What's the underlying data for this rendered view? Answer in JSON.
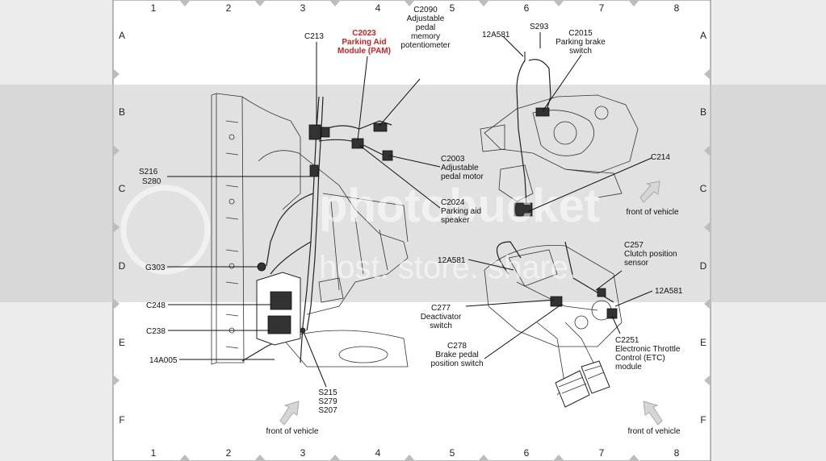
{
  "grid": {
    "columns": [
      "1",
      "2",
      "3",
      "4",
      "5",
      "6",
      "7",
      "8"
    ],
    "rows": [
      "A",
      "B",
      "C",
      "D",
      "E",
      "F"
    ]
  },
  "watermark": {
    "text1": "photobucket",
    "text2": "host. store. share."
  },
  "labels": {
    "c213": "C213",
    "c2023": [
      "C2023",
      "Parking Aid",
      "Module (PAM)"
    ],
    "c2090": [
      "C2090",
      "Adjustable",
      "pedal",
      "memory",
      "potentiometer"
    ],
    "c2003": [
      "C2003",
      "Adjustable",
      "pedal motor"
    ],
    "c2024": [
      "C2024",
      "Parking aid",
      "speaker"
    ],
    "s216": "S216",
    "s280": "S280",
    "g303": "G303",
    "c248": "C248",
    "c238": "C238",
    "w14a005": "14A005",
    "s215": [
      "S215",
      "S279",
      "S207"
    ],
    "front_left": "front of vehicle",
    "a12a581_top": "12A581",
    "s293": "S293",
    "c2015": [
      "C2015",
      "Parking brake",
      "switch"
    ],
    "c214": "C214",
    "front_right_mid": "front of vehicle",
    "a12a581_mid": "12A581",
    "c257": [
      "C257",
      "Clutch position",
      "sensor"
    ],
    "a12a581_right": "12A581",
    "c277": [
      "C277",
      "Deactivator",
      "switch"
    ],
    "c278": [
      "C278",
      "Brake pedal",
      "position switch"
    ],
    "c2251": [
      "C2251",
      "Electronic Throttle",
      "Control (ETC)",
      "module"
    ],
    "front_right_bottom": "front of vehicle"
  },
  "colors": {
    "highlight": "#d61f1f",
    "band": "#c9c9c9"
  }
}
